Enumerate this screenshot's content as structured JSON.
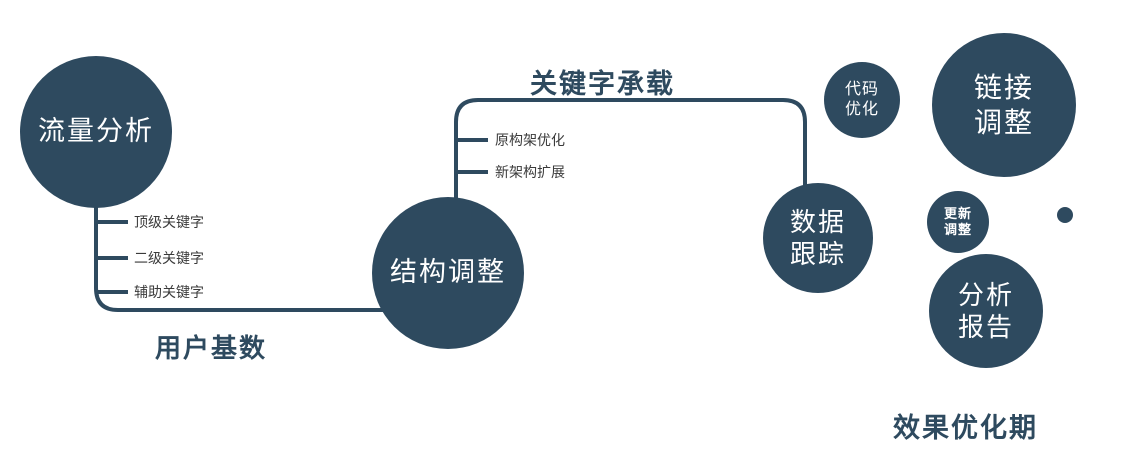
{
  "colors": {
    "primary": "#2e4a5f",
    "label_text": "#3a3a3a",
    "background": "#ffffff"
  },
  "nodes": {
    "traffic": {
      "label": "流量分析"
    },
    "structure": {
      "label": "结构调整"
    },
    "tracking": {
      "line1": "数据",
      "line2": "跟踪"
    },
    "code": {
      "line1": "代码",
      "line2": "优化"
    },
    "link": {
      "line1": "链接",
      "line2": "调整"
    },
    "update": {
      "line1": "更新",
      "line2": "调整"
    },
    "report": {
      "line1": "分析",
      "line2": "报告"
    }
  },
  "edge_labels": {
    "user_base": "用户基数",
    "keyword_carry": "关键字承载"
  },
  "branch_labels": {
    "left": [
      "顶级关键字",
      "二级关键字",
      "辅助关键字"
    ],
    "middle": [
      "原构架优化",
      "新架构扩展"
    ]
  },
  "footer": {
    "label": "效果优化期"
  }
}
